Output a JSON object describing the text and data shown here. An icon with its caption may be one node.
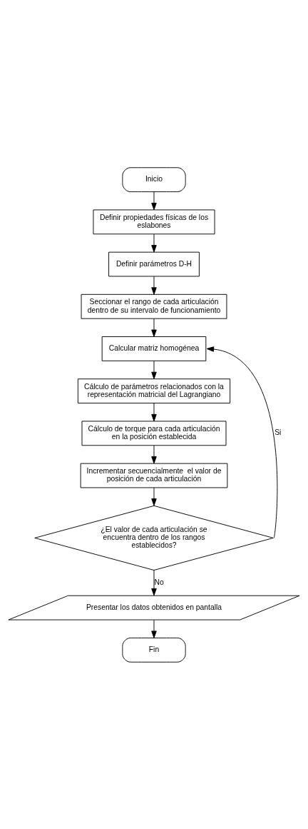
{
  "diagram": {
    "nodes": [
      {
        "text": [
          "Inicio"
        ]
      },
      {
        "text": [
          "Definir propiedades físicas de los eslabones"
        ]
      },
      {
        "text": [
          "Definir parámetros D-H"
        ]
      },
      {
        "text": [
          "Seccionar el rango de cada articulación dentro de su intervalo de funcionamiento"
        ]
      },
      {
        "text": [
          "Calcular matriz homogénea"
        ]
      },
      {
        "text": [
          "Cálculo de parámetros relacionados con la representación matricial del Lagrangiano"
        ]
      },
      {
        "text": [
          "Cálculo de torque para cada articulación en la posición establecida"
        ]
      },
      {
        "text": [
          "Incrementar secuencialmente  el valor de posición de cada articulación"
        ]
      },
      {
        "text": [
          "¿El valor de cada articulación se encuentra dentro de los rangos establecidos?"
        ]
      },
      {
        "text": [
          "Presentar los datos obtenidos en pantalla"
        ]
      },
      {
        "text": [
          "Fin"
        ]
      }
    ],
    "edges": [
      {
        "from": 0,
        "to": 1,
        "arrow": "to"
      },
      {
        "from": 1,
        "to": 2,
        "arrow": "to"
      },
      {
        "from": 2,
        "to": 3,
        "arrow": "to"
      },
      {
        "from": 3,
        "to": 4,
        "arrow": "to"
      },
      {
        "from": 4,
        "to": 5,
        "arrow": "to"
      },
      {
        "from": 5,
        "to": 6,
        "arrow": "to"
      },
      {
        "from": 6,
        "to": 7,
        "arrow": "to"
      },
      {
        "from": 7,
        "to": 8,
        "arrow": "to"
      },
      {
        "from": 8,
        "to": 4,
        "arrow": "to",
        "label": "Si"
      },
      {
        "from": 8,
        "to": 9,
        "arrow": "to",
        "label": "No"
      },
      {
        "from": 9,
        "to": 10,
        "arrow": "to"
      }
    ]
  }
}
